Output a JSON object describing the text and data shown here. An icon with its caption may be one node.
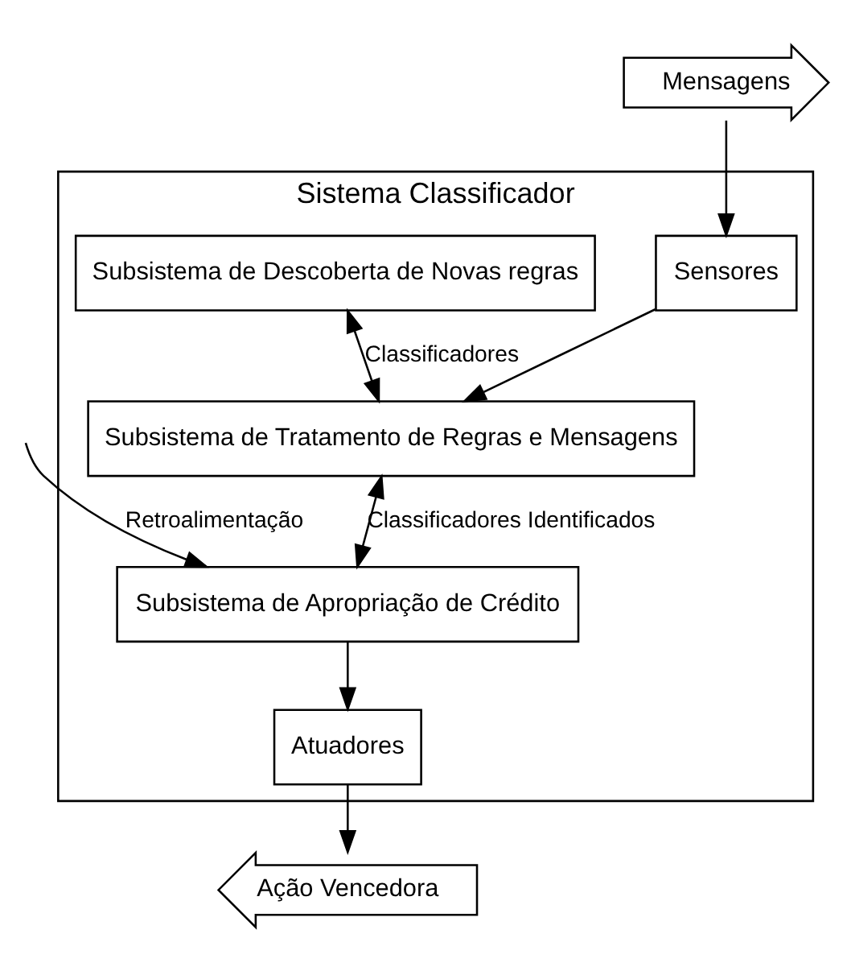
{
  "diagram": {
    "nodes": [
      {
        "text": [
          "Sistema Classificador"
        ]
      },
      {
        "text": [
          "Sensores"
        ],
        "in": 0
      },
      {
        "text": [
          "Atuadores"
        ],
        "in": 0
      },
      {
        "text": [
          "Subsistema de Descoberta de Novas regras"
        ],
        "in": 0
      },
      {
        "text": [
          "Subsistema de Tratamento de Regras e Mensagens"
        ],
        "in": 0
      },
      {
        "text": [
          "Subsistema de Apropriação de Crédito"
        ],
        "in": 0
      },
      {
        "text": [
          "Mensagens"
        ]
      },
      {
        "text": [
          "Ação Vencedora"
        ]
      }
    ],
    "edges": [
      {
        "from": 6,
        "to": 1,
        "arrow": "to"
      },
      {
        "from": 3,
        "to": 4,
        "label": "Classificadores",
        "arrow": "both"
      },
      {
        "from": 1,
        "to": 4,
        "arrow": "to"
      },
      {
        "from": 4,
        "to": 5,
        "label": "Classificadores Identificados",
        "arrow": "both"
      },
      {
        "from": 5,
        "to": 2,
        "arrow": "to"
      },
      {
        "from": 2,
        "to": 7,
        "arrow": "to"
      },
      {
        "from": null,
        "to": 5,
        "label": "Retroalimentação",
        "arrow": "to"
      }
    ]
  }
}
